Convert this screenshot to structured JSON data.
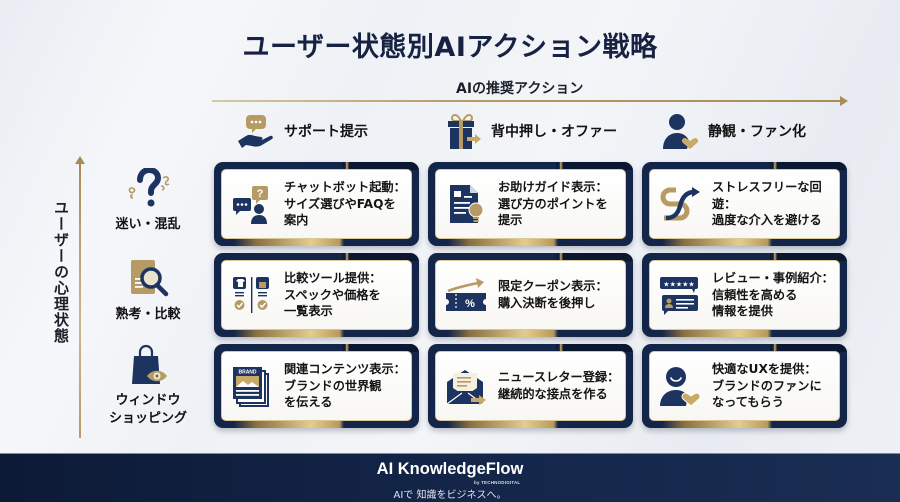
{
  "title": "ユーザー状態別AIアクション戦略",
  "x_axis_label": "AIの推奨アクション",
  "y_axis_label": "ユーザーの心理状態",
  "columns": [
    {
      "label": "サポート提示",
      "icon": "hand-with-chat-bubble-icon"
    },
    {
      "label": "背中押し・オファー",
      "icon": "gift-with-arrow-icon"
    },
    {
      "label": "静観・ファン化",
      "icon": "person-with-heart-icon"
    }
  ],
  "rows": [
    {
      "label": "迷い・混乱",
      "icon": "question-mark-icon"
    },
    {
      "label": "熟考・比較",
      "icon": "document-magnifier-icon"
    },
    {
      "label": "ウィンドウ\nショッピング",
      "icon": "shopping-bag-eye-icon"
    }
  ],
  "cells": [
    [
      {
        "text": "チャットボット起動：\nサイズ選びやFAQを\n案内",
        "icon": "chatbot-support-icon"
      },
      {
        "text": "お助けガイド表示：\n選び方のポイントを\n提示",
        "icon": "guide-lightbulb-icon"
      },
      {
        "text": "ストレスフリーな回遊：\n過度な介入を避ける",
        "icon": "winding-path-icon"
      }
    ],
    [
      {
        "text": "比較ツール提供：\nスペックや価格を\n一覧表示",
        "icon": "compare-products-icon"
      },
      {
        "text": "限定クーポン表示：\n購入決断を後押し",
        "icon": "coupon-icon"
      },
      {
        "text": "レビュー・事例紹介：\n信頼性を高める\n情報を提供",
        "icon": "review-stars-icon"
      }
    ],
    [
      {
        "text": "関連コンテンツ表示：\nブランドの世界観\nを伝える",
        "icon": "brand-content-icon"
      },
      {
        "text": "ニュースレター登録：\n継続的な接点を作る",
        "icon": "newsletter-envelope-icon"
      },
      {
        "text": "快適なUXを提供：\nブランドのファンに\nなってもらう",
        "icon": "happy-user-heart-icon"
      }
    ]
  ],
  "brand_label": "BRAND",
  "footer": {
    "brand": "AI KnowledgeFlow",
    "by": "by TECHNODIGITAL",
    "tagline": "AIで 知識をビジネスへ。"
  },
  "colors": {
    "navy": "#172243",
    "card_navy": "#14254a",
    "gold": "#b69b64",
    "footer_bg": "#0c1a36"
  }
}
